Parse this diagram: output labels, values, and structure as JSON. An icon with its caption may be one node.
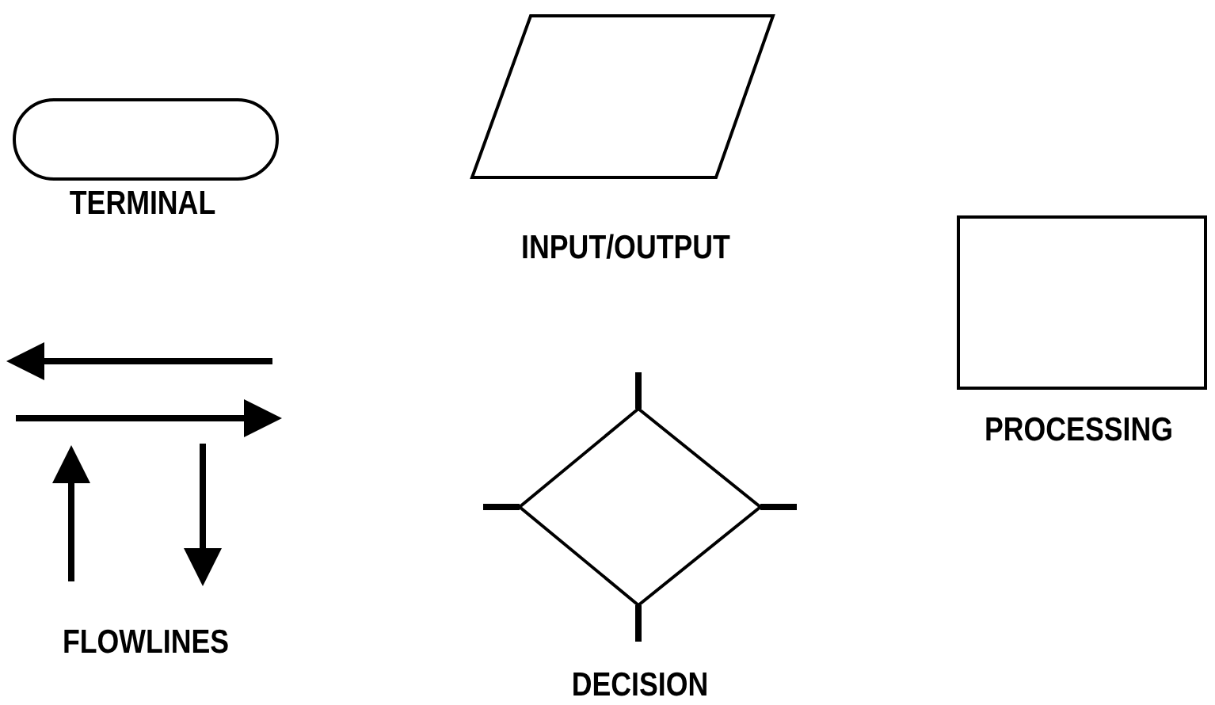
{
  "diagram": {
    "nodes": [
      {
        "text": [
          "TERMINAL"
        ]
      },
      {
        "text": [
          "INPUT/OUTPUT"
        ]
      },
      {
        "text": [
          "PROCESSING"
        ]
      },
      {
        "text": [
          "DECISION"
        ]
      }
    ],
    "labels": [
      "FLOWLINES"
    ]
  }
}
